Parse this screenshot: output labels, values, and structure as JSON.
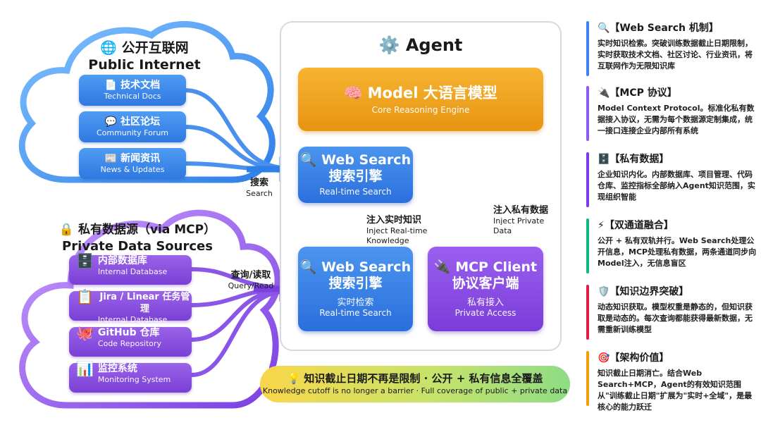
{
  "public_cloud": {
    "title_zh": "🌐 公开互联网",
    "title_en": "Public Internet",
    "items": [
      {
        "zh": "📄 技术文档",
        "en": "Technical Docs"
      },
      {
        "zh": "💬 社区论坛",
        "en": "Community Forum"
      },
      {
        "zh": "📰 新闻资讯",
        "en": "News & Updates"
      }
    ]
  },
  "private_cloud": {
    "title_zh": "🔒 私有数据源（via MCP）",
    "title_en": "Private Data Sources",
    "items": [
      {
        "icon": "🗄️",
        "zh": "内部数据库",
        "en": "Internal Database"
      },
      {
        "icon": "📋",
        "zh": "Jira / Linear 任务管理",
        "en": "Internal Database"
      },
      {
        "icon": "🐙",
        "zh": "GitHub 仓库",
        "en": "Code Repository"
      },
      {
        "icon": "📊",
        "zh": "监控系统",
        "en": "Monitoring System"
      }
    ]
  },
  "edges": {
    "search_zh": "搜索",
    "search_en": "Search",
    "query_zh": "查询/读取",
    "query_en": "Query/Read",
    "inject_rt_zh": "注入实时知识",
    "inject_rt_en": "Inject Real-time Knowledge",
    "inject_priv_zh": "注入私有数据",
    "inject_priv_en": "Inject Private Data"
  },
  "agent": {
    "title": "⚙️ Agent",
    "model_title": "🧠 Model 大语言模型",
    "model_sub": "Core Reasoning Engine",
    "ws_top": {
      "line1": "🔍 Web Search",
      "line2": "搜索引擎",
      "sub": "Real-time Search"
    },
    "ws_bottom": {
      "line1": "🔍 Web Search",
      "line2": "搜索引擎",
      "sub_zh": "实时检索",
      "sub_en": "Real-time Search"
    },
    "mcp": {
      "line1": "🔌 MCP Client",
      "line2": "协议客户端",
      "sub_zh": "私有接入",
      "sub_en": "Private Access"
    }
  },
  "banner": {
    "zh": "💡 知识截止日期不再是限制 · 公开 + 私有信息全覆盖",
    "en": "Knowledge cutoff is no longer a barrier · Full coverage of public + private data"
  },
  "cards": [
    {
      "title": "🔍【Web Search 机制】",
      "color": "#3b82f6",
      "body": "实时知识检索。突破训练数据截止日期限制，实时获取技术文档、社区讨论、行业资讯，将互联网作为无限知识库"
    },
    {
      "title": "🔌【MCP 协议】",
      "color": "#8b5cf6",
      "body": "Model Context Protocol。标准化私有数据接入协议，无需为每个数据源定制集成，统一接口连接企业内部所有系统"
    },
    {
      "title": "🗄️【私有数据】",
      "color": "#7c3aed",
      "body": "企业知识内化。内部数据库、项目管理、代码仓库、监控指标全部纳入Agent知识范围，实现组织智能"
    },
    {
      "title": "⚡【双通道融合】",
      "color": "#10b981",
      "body": "公开 + 私有双轨并行。Web Search处理公开信息，MCP处理私有数据，两条通道同步向Model注入，无信息盲区"
    },
    {
      "title": "🛡️【知识边界突破】",
      "color": "#e11d48",
      "body": "动态知识获取。模型权重是静态的，但知识获取是动态的。每次查询都能获得最新数据，无需重新训练模型"
    },
    {
      "title": "🎯【架构价值】",
      "color": "#f59e0b",
      "body": "知识截止日期消亡。结合Web Search+MCP，Agent的有效知识范围从\"训练截止日期\"扩展为\"实时+全域\"，是最核心的能力跃迁"
    }
  ]
}
